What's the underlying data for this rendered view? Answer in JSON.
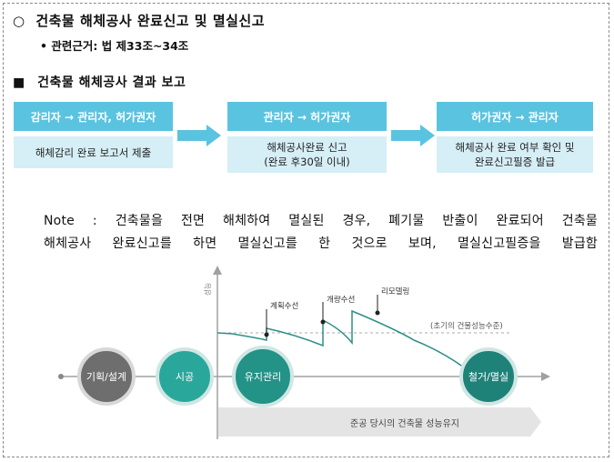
{
  "heading": {
    "bullet": "○",
    "title": "건축물 해체공사 완료신고 및 멸실신고",
    "basis": "• 관련근거: 법 제33조~34조"
  },
  "section": {
    "bullet": "■",
    "title": "건축물 해체공사 결과 보고"
  },
  "flow": [
    {
      "title": "감리자 → 관리자, 허가권자",
      "desc_lines": [
        "해체감리 완료 보고서 제출"
      ]
    },
    {
      "title": "관리자 → 허가권자",
      "desc_lines": [
        "해체공사완료 신고",
        "(완료 후30일 이내)"
      ]
    },
    {
      "title": "허가권자 → 관리자",
      "desc_lines": [
        "해체공사 완료 여부 확인 및",
        "완료신고필증 발급"
      ]
    }
  ],
  "note": {
    "line1": "Note : 건축물을 전면 해체하여 멸실된 경우, 폐기물 반출이 완료되어 건축물",
    "line2": "해체공사 완료신고를 하면 멸실신고를 한 것으로 보며, 멸실신고필증을 발급함"
  },
  "diagram": {
    "y_axis_label": "성능",
    "stages": [
      "기획/설계",
      "시공",
      "유지관리",
      "철거/멸실"
    ],
    "annotations": [
      "계획수선",
      "개량수선",
      "리모델링",
      "(초기의 건물성능수준)"
    ],
    "bottom_arrow_label": "준공 당시의 건축물 성능유지",
    "colors": {
      "stage1": "#6e6e6e",
      "stage2": "#2aa79b",
      "stage3": "#239287",
      "stage4": "#1f8278",
      "curve": "#2f8f86",
      "flow_title_bg": "#5ac3e0",
      "flow_desc_bg": "#d6eef6"
    }
  }
}
